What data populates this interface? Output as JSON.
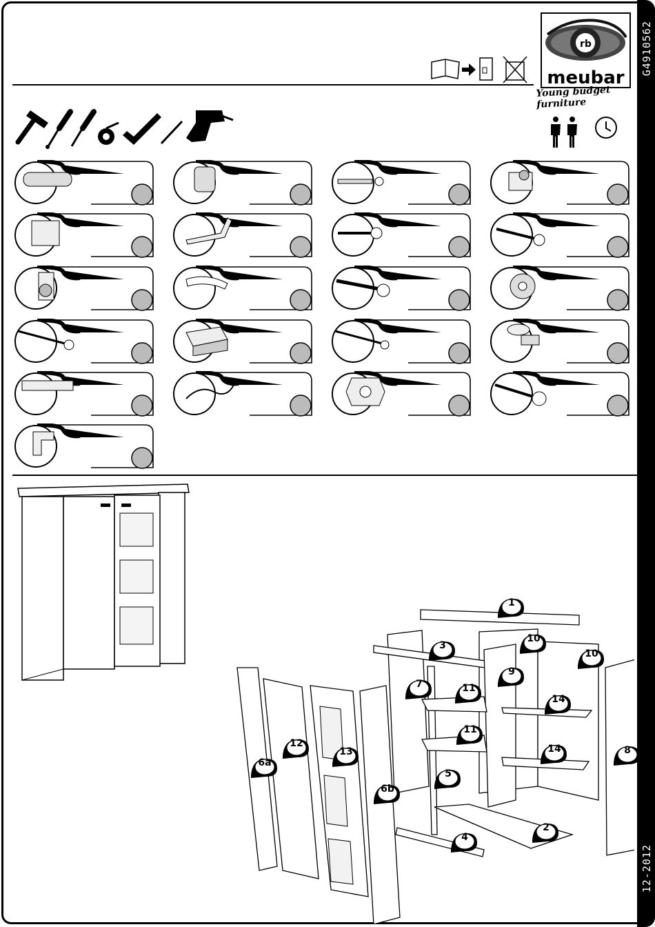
{
  "header": {
    "product_code": "G4910562",
    "date_code": "12-2012"
  },
  "brand": {
    "logo_mark": "rb",
    "name": "meubar",
    "tagline": "Young budget furniture"
  },
  "tools": [
    "hammer-icon",
    "screwdriver-plus-icon",
    "screwdriver-flat-icon",
    "tape-measure-icon",
    "set-square-icon",
    "pencil-icon",
    "power-drill-icon"
  ],
  "people_required": 2,
  "parts": [
    {
      "name": "wooden-dowel-icon"
    },
    {
      "name": "cam-lock-icon"
    },
    {
      "name": "cam-bolt-icon"
    },
    {
      "name": "cabinet-connector-icon"
    },
    {
      "name": "hinge-plate-icon"
    },
    {
      "name": "concealed-hinge-icon"
    },
    {
      "name": "drywall-screw-icon"
    },
    {
      "name": "wood-screw-icon"
    },
    {
      "name": "wall-bracket-icon"
    },
    {
      "name": "door-handle-icon"
    },
    {
      "name": "long-screw-icon"
    },
    {
      "name": "felt-pads-icon"
    },
    {
      "name": "long-bolt-icon"
    },
    {
      "name": "box-icon"
    },
    {
      "name": "long-wood-screw-icon"
    },
    {
      "name": "shelf-support-icon"
    },
    {
      "name": "led-light-bar-icon"
    },
    {
      "name": "power-cable-icon"
    },
    {
      "name": "mounting-plate-icon"
    },
    {
      "name": "countersunk-screw-icon"
    },
    {
      "name": "glass-shelf-clip-icon"
    }
  ],
  "panel_labels": [
    "1",
    "2",
    "3",
    "4",
    "5",
    "6a",
    "6b",
    "7",
    "8",
    "9",
    "10",
    "10",
    "11",
    "11",
    "12",
    "13",
    "14",
    "14"
  ]
}
